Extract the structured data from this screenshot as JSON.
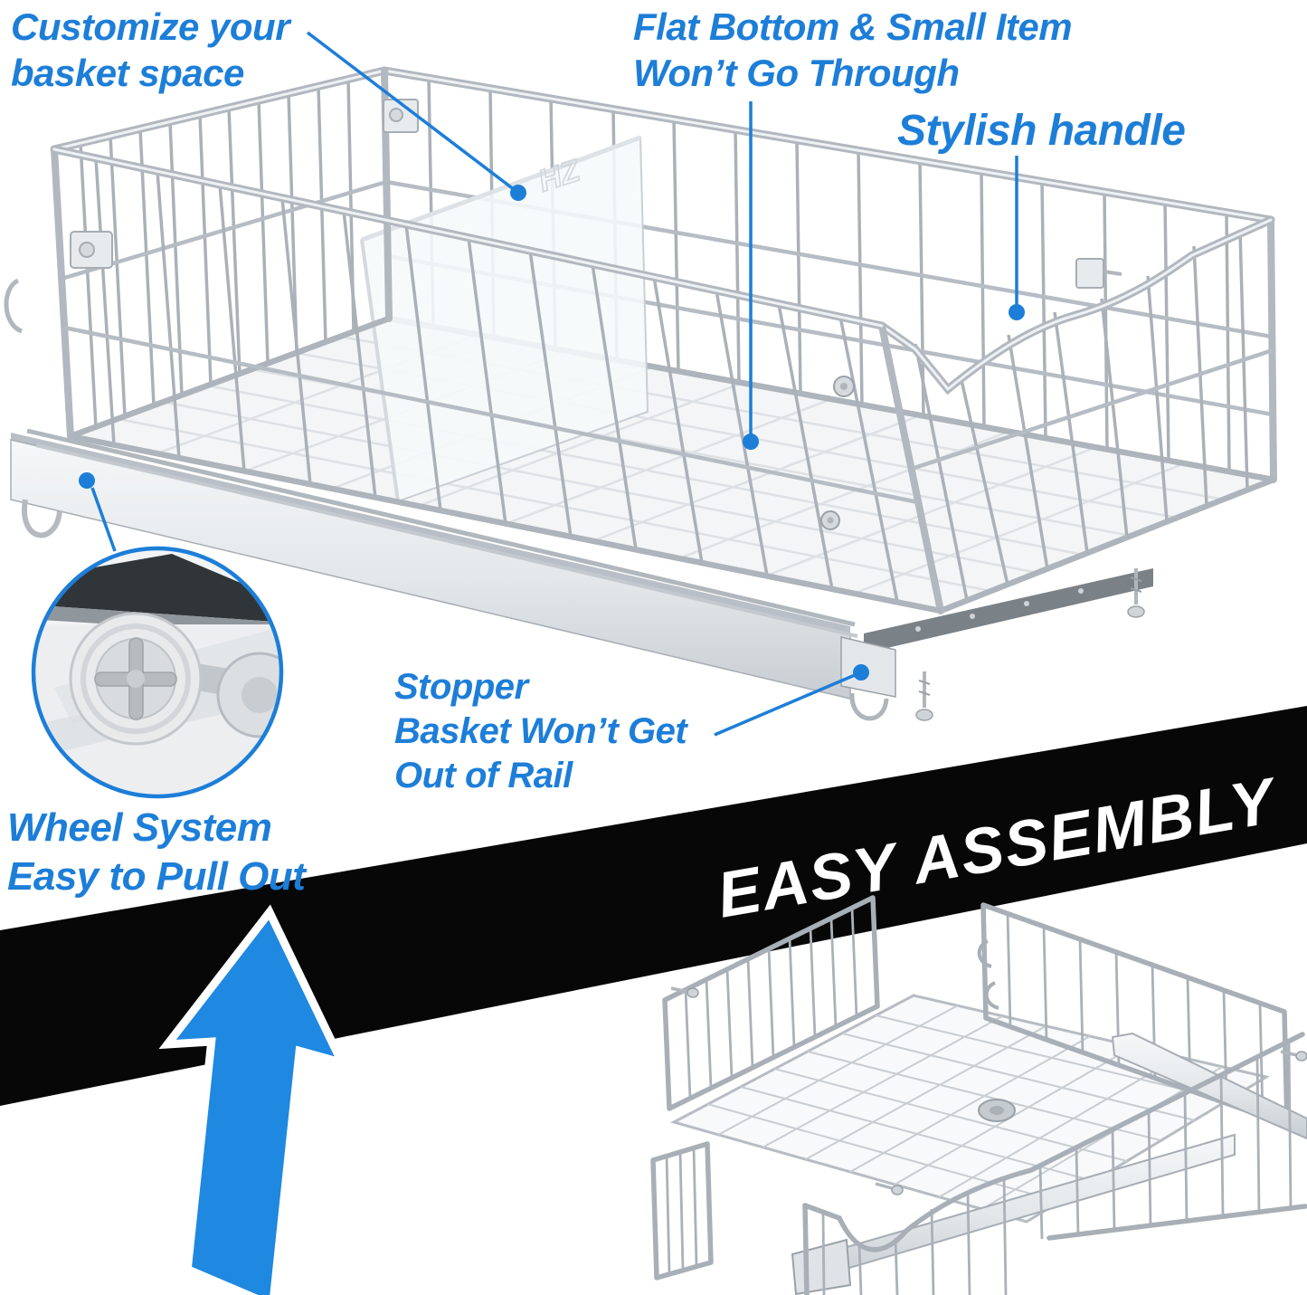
{
  "colors": {
    "accent_blue": "#1d7ed8",
    "arrow_blue": "#1f88e1",
    "banner_black": "#070708",
    "chrome_gray": "#aab1b8",
    "background": "#ffffff"
  },
  "callouts": {
    "customize": {
      "line1": "Customize your",
      "line2": "basket space"
    },
    "flat_bottom": {
      "line1": "Flat Bottom & Small Item",
      "line2": "Won’t Go Through"
    },
    "stylish_handle": {
      "label": "Stylish handle"
    },
    "stopper": {
      "line1": "Stopper",
      "line2": "Basket Won’t Get",
      "line3": "Out of Rail"
    },
    "wheel": {
      "line1": "Wheel System",
      "line2": "Easy to Pull Out"
    }
  },
  "banner": {
    "label": "EASY ASSEMBLY"
  },
  "divider_embossing": "HZ"
}
